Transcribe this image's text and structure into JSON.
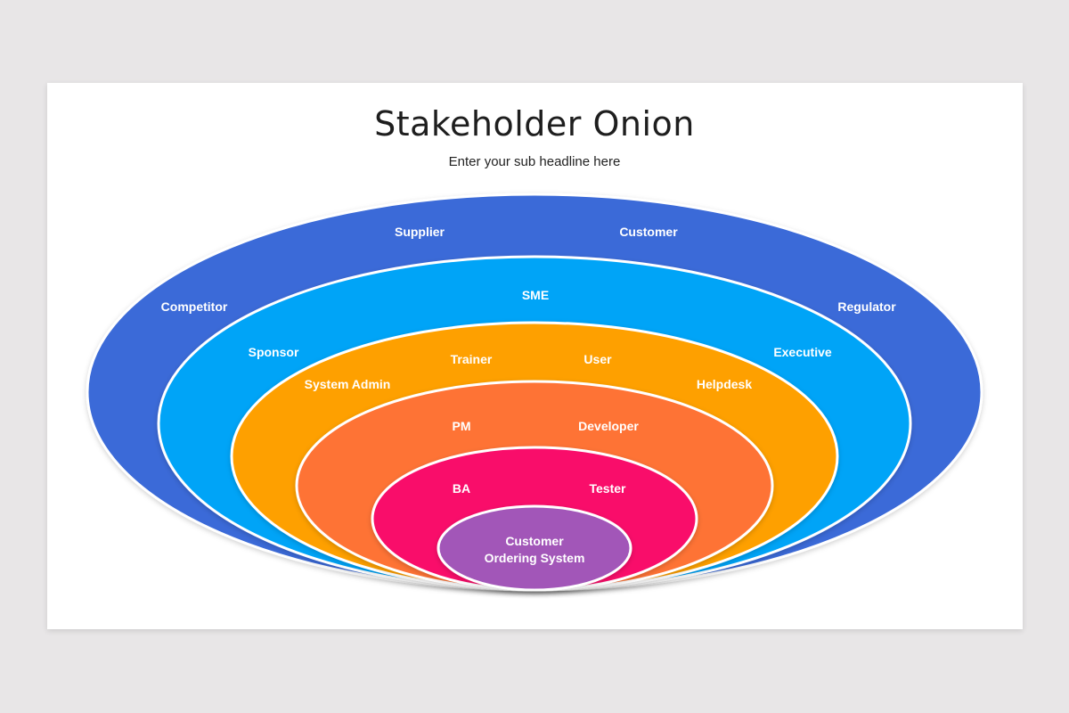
{
  "header": {
    "title": "Stakeholder Onion",
    "subtitle": "Enter your sub headline here"
  },
  "layers": [
    {
      "name": "outer",
      "color": "#3a6ad8",
      "labels": [
        "Supplier",
        "Customer",
        "Competitor",
        "Regulator"
      ]
    },
    {
      "name": "second",
      "color": "#05a4f7",
      "labels": [
        "SME",
        "Sponsor",
        "Executive"
      ]
    },
    {
      "name": "third",
      "color": "#fea003",
      "labels": [
        "Trainer",
        "User",
        "System Admin",
        "Helpdesk"
      ]
    },
    {
      "name": "fourth",
      "color": "#fe7336",
      "labels": [
        "PM",
        "Developer"
      ]
    },
    {
      "name": "fifth",
      "color": "#f90c6a",
      "labels": [
        "BA",
        "Tester"
      ]
    },
    {
      "name": "core",
      "color": "#a257b8",
      "labels": [
        "Customer",
        "Ordering System"
      ]
    }
  ]
}
